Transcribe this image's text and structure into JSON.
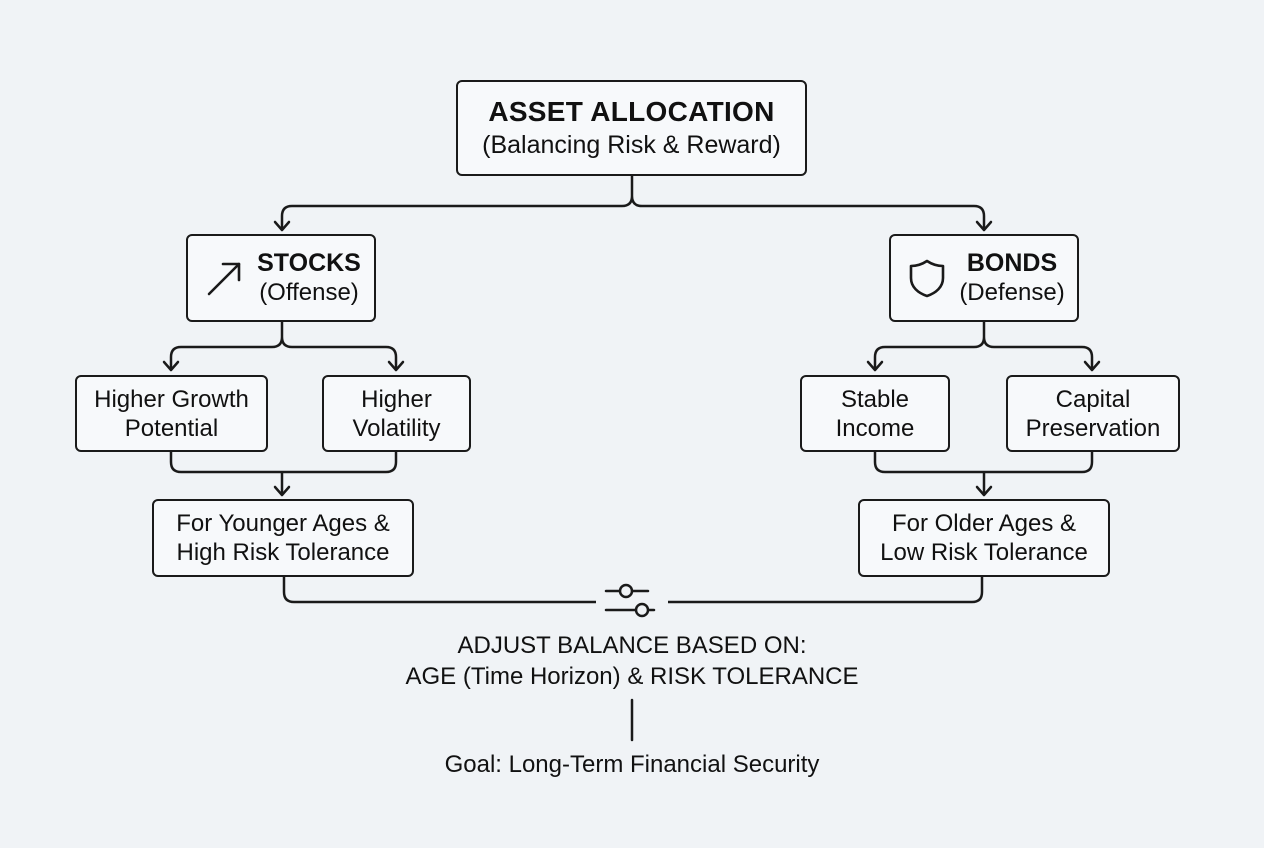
{
  "root": {
    "title": "ASSET ALLOCATION",
    "subtitle": "(Balancing Risk & Reward)"
  },
  "stocks": {
    "name": "STOCKS",
    "role": "(Offense)",
    "icon": "trend-up-arrow-icon",
    "traits": [
      {
        "line1": "Higher Growth",
        "line2": "Potential"
      },
      {
        "line1": "Higher",
        "line2": "Volatility"
      }
    ],
    "audience": {
      "line1": "For Younger Ages &",
      "line2": "High Risk Tolerance"
    }
  },
  "bonds": {
    "name": "BONDS",
    "role": "(Defense)",
    "icon": "shield-icon",
    "traits": [
      {
        "line1": "Stable",
        "line2": "Income"
      },
      {
        "line1": "Capital",
        "line2": "Preservation"
      }
    ],
    "audience": {
      "line1": "For Older Ages &",
      "line2": "Low Risk Tolerance"
    }
  },
  "adjust": {
    "icon": "sliders-icon",
    "line1": "ADJUST BALANCE BASED ON:",
    "line2": "AGE (Time Horizon) & RISK TOLERANCE"
  },
  "goal": "Goal: Long-Term Financial Security",
  "colors": {
    "background": "#f0f3f6",
    "box_fill": "#f7f9fb",
    "stroke": "#1a1a1a"
  }
}
